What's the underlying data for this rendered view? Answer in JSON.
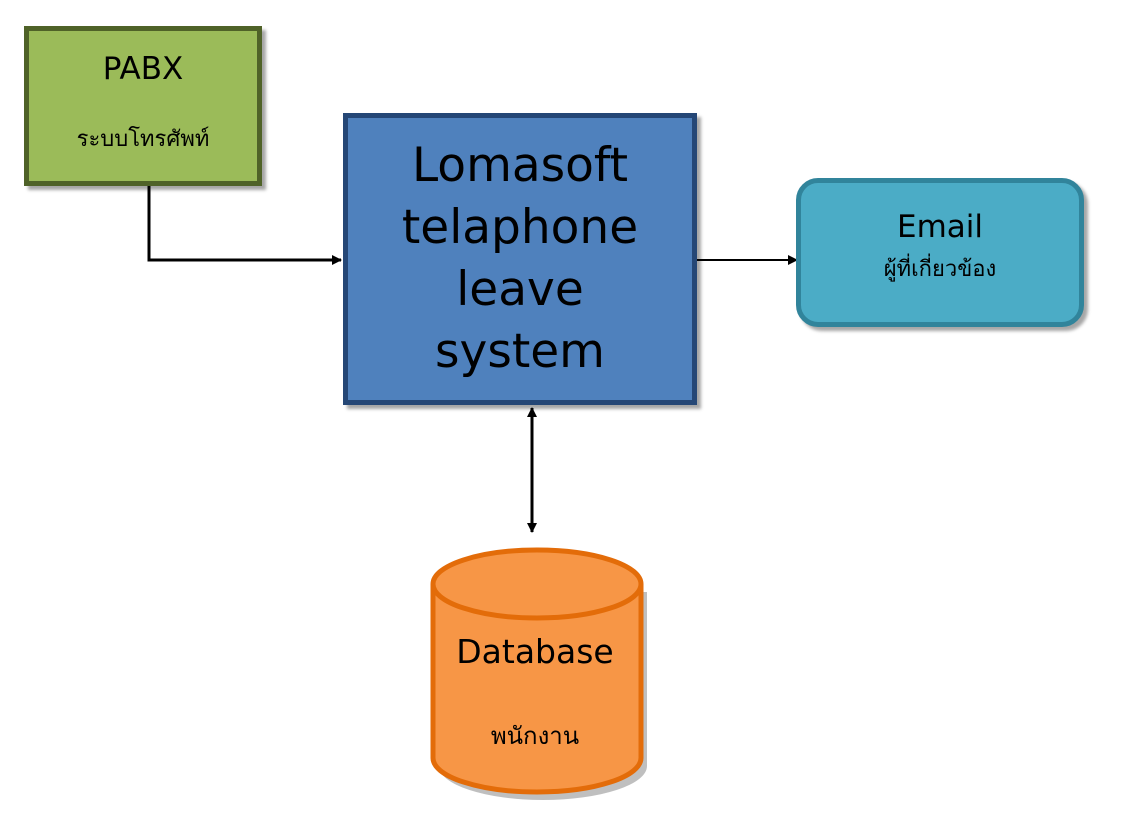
{
  "diagram": {
    "pabx": {
      "title": "PABX",
      "subtitle": "ระบบโทรศัพท์"
    },
    "system": {
      "title": "Lomasoft telaphone leave system"
    },
    "email": {
      "title": "Email",
      "subtitle": "ผู้ที่เกี่ยวข้อง"
    },
    "database": {
      "title": "Database",
      "subtitle": "พนักงาน"
    }
  },
  "colors": {
    "pabx_fill": "#9bbb59",
    "pabx_border": "#4f6228",
    "system_fill": "#4f81bd",
    "system_border": "#254776",
    "email_fill": "#4bacc6",
    "email_border": "#31849b",
    "database_fill": "#f79646",
    "database_border": "#e36c09",
    "connector": "#000000"
  }
}
